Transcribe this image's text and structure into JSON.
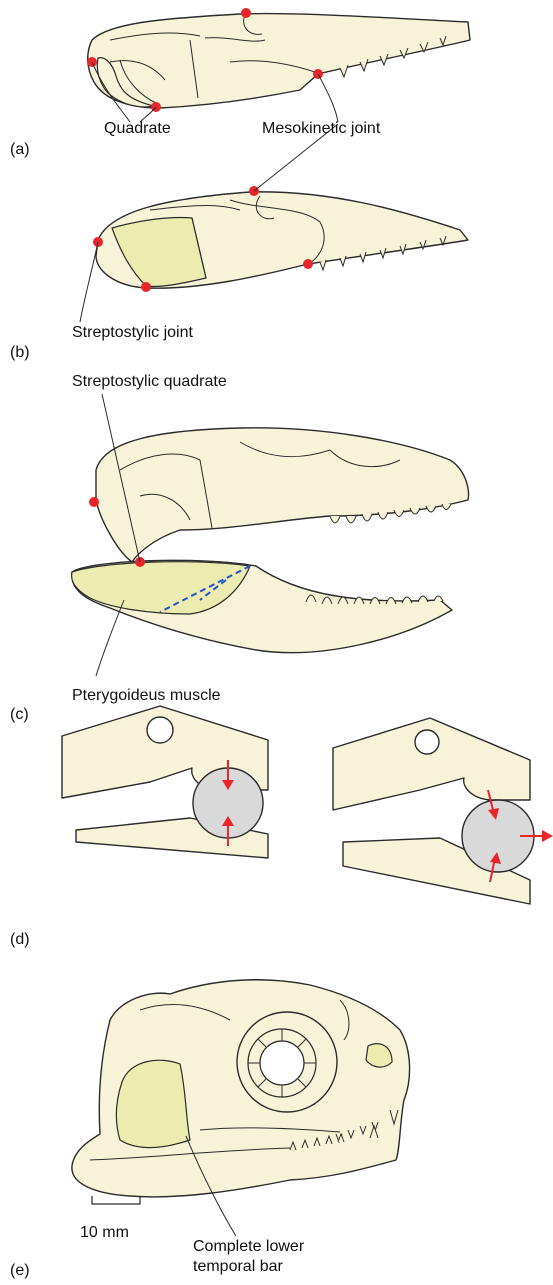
{
  "colors": {
    "bone": "#f7f3d8",
    "muscle_highlight": "#ecebb0",
    "joint_marker": "#e8262a",
    "force_arrow": "#e8262a",
    "prey_item": "#d9d9d9",
    "outline": "#2b2b2b",
    "muscle_line": "#2a4fc8"
  },
  "panels": {
    "a": {
      "letter": "(a)",
      "labels": {
        "quadrate": "Quadrate",
        "mesokinetic": "Mesokinetic joint"
      }
    },
    "b": {
      "letter": "(b)",
      "labels": {
        "streptostylic_joint": "Streptostylic joint"
      }
    },
    "c": {
      "letter": "(c)",
      "labels": {
        "streptostylic_quadrate": "Streptostylic quadrate",
        "pterygoideus": "Pterygoideus muscle"
      }
    },
    "d": {
      "letter": "(d)"
    },
    "e": {
      "letter": "(e)",
      "labels": {
        "lower_bar_line1": "Complete lower",
        "lower_bar_line2": "temporal bar"
      },
      "scale_bar": "10 mm"
    }
  }
}
